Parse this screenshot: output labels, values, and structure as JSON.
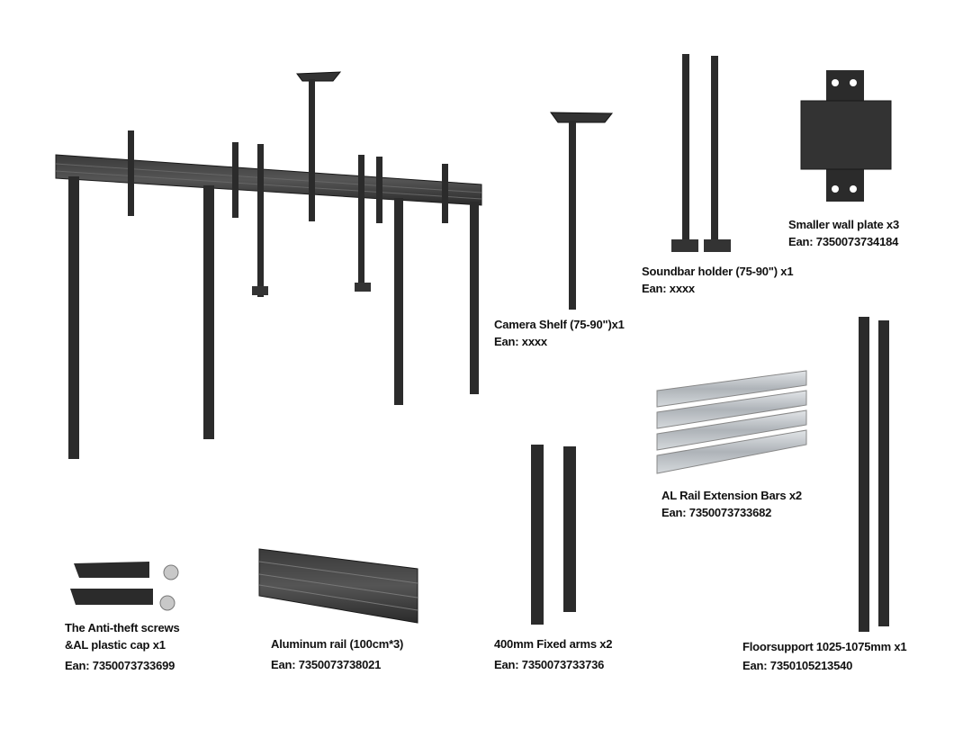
{
  "colors": {
    "metal": "#2b2b2b",
    "metal_edge": "#1a1a1a",
    "aluminum": "#bfc4c8",
    "text": "#111111"
  },
  "parts": [
    {
      "id": "camera-shelf",
      "name": "Camera Shelf (75-90\")x1",
      "ean": "Ean: xxxx"
    },
    {
      "id": "soundbar-holder",
      "name": "Soundbar holder (75-90\") x1",
      "ean": "Ean: xxxx"
    },
    {
      "id": "smaller-wall-plate",
      "name": "Smaller wall plate x3",
      "ean": "Ean:  7350073734184"
    },
    {
      "id": "al-rail-extension",
      "name": "AL Rail Extension Bars x2",
      "ean": "Ean: 7350073733682"
    },
    {
      "id": "anti-theft-screws",
      "name": "The Anti-theft screws",
      "name2": "&AL plastic cap x1",
      "ean": "Ean:  7350073733699"
    },
    {
      "id": "aluminum-rail",
      "name": "Aluminum rail (100cm*3)",
      "ean": "Ean:  7350073738021"
    },
    {
      "id": "fixed-arms",
      "name": "400mm Fixed arms x2",
      "ean": "Ean: 7350073733736"
    },
    {
      "id": "floorsupport",
      "name": "Floorsupport 1025-1075mm x1",
      "ean": "Ean: 7350105213540"
    }
  ]
}
